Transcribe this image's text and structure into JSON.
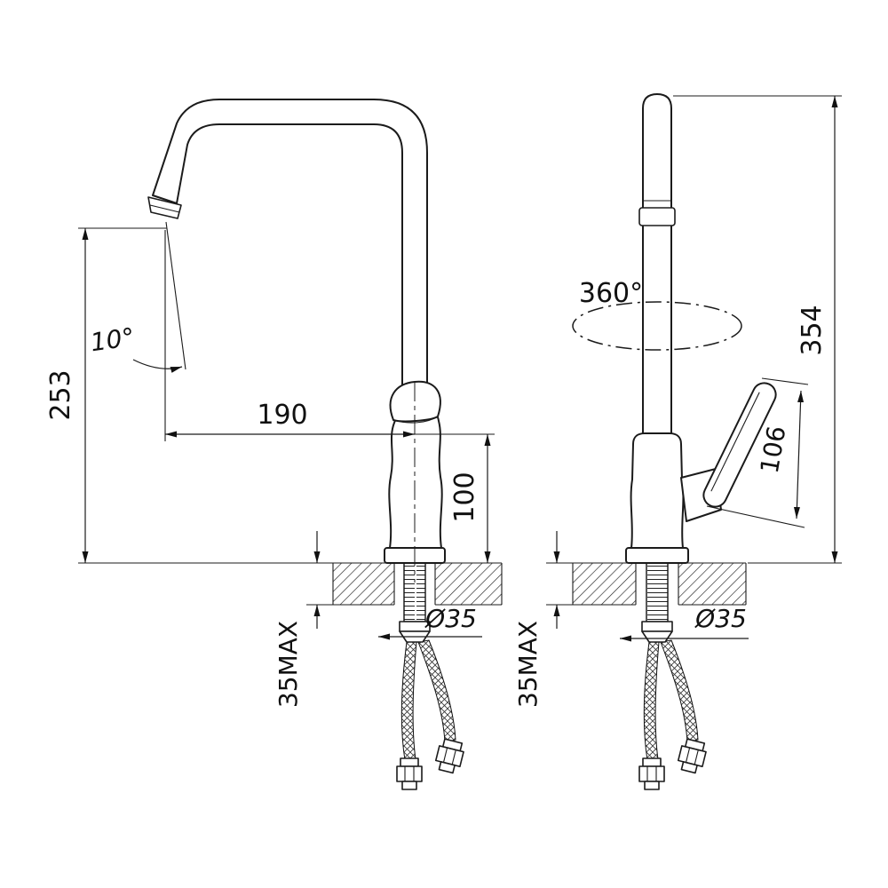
{
  "front": {
    "spout_height_label": "253",
    "reach_label": "190",
    "body_height_label": "100",
    "angle_label": "10°",
    "deck_max_label": "35MAX",
    "hole_dia_label": "Ø35"
  },
  "side": {
    "swivel_label": "360°",
    "total_height_label": "354",
    "handle_length_label": "106",
    "deck_max_label": "35MAX",
    "hole_dia_label": "Ø35"
  }
}
